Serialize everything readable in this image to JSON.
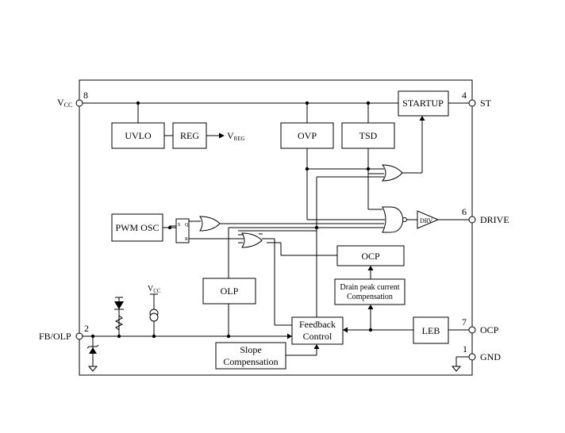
{
  "pins": {
    "vcc": {
      "number": "8",
      "label": "V",
      "sub": "CC"
    },
    "st": {
      "number": "4",
      "label": "ST"
    },
    "drive": {
      "number": "6",
      "label": "DRIVE"
    },
    "fb": {
      "number": "2",
      "label": "FB/OLP"
    },
    "ocp": {
      "number": "7",
      "label": "OCP"
    },
    "gnd": {
      "number": "1",
      "label": "GND"
    }
  },
  "blocks": {
    "uvlo": "UVLO",
    "reg": "REG",
    "vreg_label": "V",
    "vreg_sub": "REG",
    "ovp": "OVP",
    "tsd": "TSD",
    "startup": "STARTUP",
    "pwm_osc": "PWM OSC",
    "ocp": "OCP",
    "drain_line1": "Drain peak current",
    "drain_line2": "Compensation",
    "olp": "OLP",
    "feedback_line1": "Feedback",
    "feedback_line2": "Control",
    "leb": "LEB",
    "slope_line1": "Slope",
    "slope_line2": "Compensation",
    "drv": "DRV",
    "ff_s": "S",
    "ff_q": "Q",
    "ff_r": "R"
  },
  "internal_vcc": {
    "label": "V",
    "sub": "CC"
  }
}
